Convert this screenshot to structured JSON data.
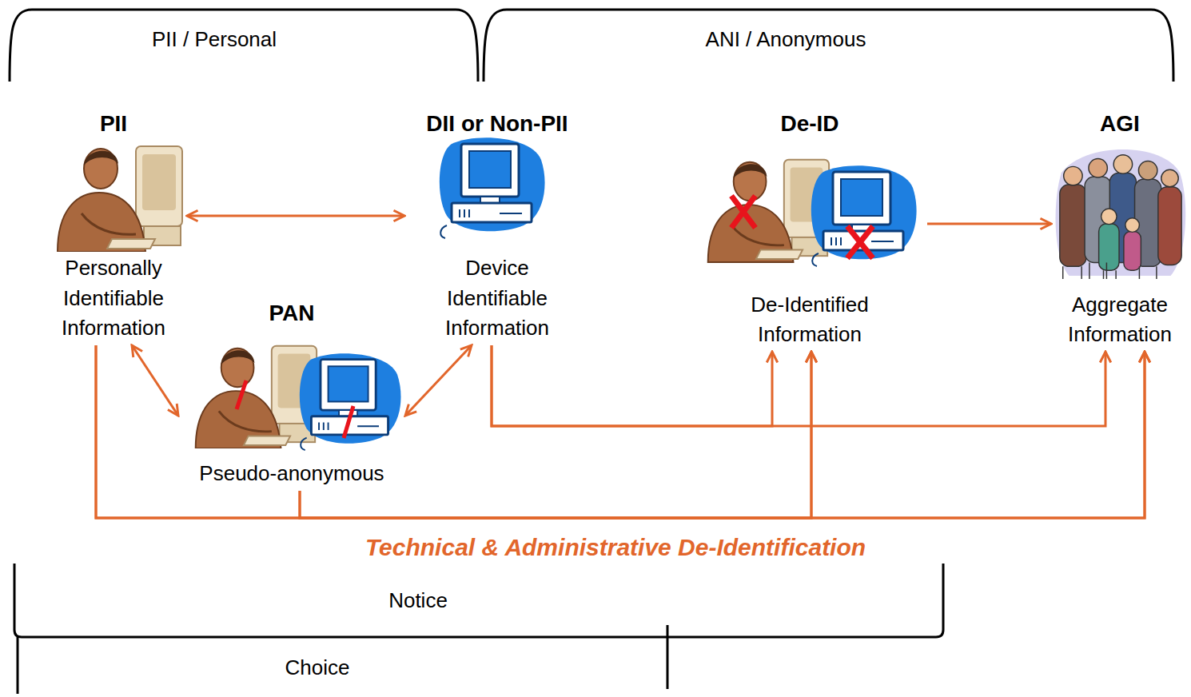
{
  "diagram": {
    "nodes": [
      {
        "text": [
          "PII",
          "Personally Identifiable Information"
        ]
      },
      {
        "text": [
          "DII or Non-PII",
          "Device Identifiable Information"
        ]
      },
      {
        "text": [
          "De-ID",
          "De-Identified Information"
        ]
      },
      {
        "text": [
          "AGI",
          "Aggregate Information"
        ]
      },
      {
        "text": [
          "PAN",
          "Pseudo-anonymous"
        ]
      }
    ],
    "edges": [
      {
        "from": 0,
        "to": 1,
        "arrow": "both"
      },
      {
        "from": 0,
        "to": 4,
        "arrow": "both"
      },
      {
        "from": 1,
        "to": 4,
        "arrow": "both"
      },
      {
        "from": 2,
        "to": 3,
        "arrow": "to"
      },
      {
        "from": 1,
        "to": 2,
        "arrow": "to"
      },
      {
        "from": 1,
        "to": 3,
        "arrow": "to"
      },
      {
        "from": 0,
        "to": 2,
        "arrow": "to"
      },
      {
        "from": 0,
        "to": 3,
        "arrow": "to"
      },
      {
        "from": 4,
        "to": 2,
        "arrow": "to"
      },
      {
        "from": 4,
        "to": 3,
        "arrow": "to"
      }
    ],
    "labels": [
      "PII / Personal",
      "ANI / Anonymous",
      "Technical & Administrative De-Identification",
      "Notice",
      "Choice"
    ]
  }
}
